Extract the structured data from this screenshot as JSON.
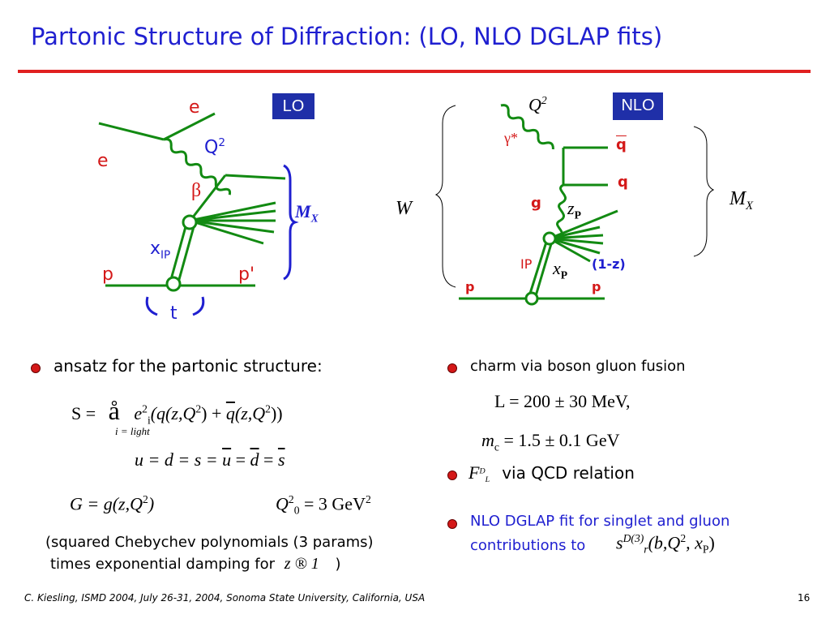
{
  "title": "Partonic Structure of Diffraction: (LO, NLO DGLAP fits)",
  "lo": {
    "box": "LO",
    "e_out": "e",
    "e_in": "e",
    "q2": "Q",
    "q2_sup": "2",
    "beta": "β",
    "mx": "M",
    "mx_sub": "X",
    "xip": "x",
    "xip_sub": "IP",
    "p_in": "p",
    "p_out": "p",
    "p_out_prime": "'",
    "t": "t"
  },
  "nlo": {
    "box": "NLO",
    "q2": "Q",
    "q2_sup": "2",
    "gamma": "γ*",
    "qbar": "q",
    "q": "q",
    "g": "g",
    "zp": "z",
    "zp_sub": "P",
    "w": "W",
    "mx": "M",
    "mx_sub": "X",
    "ip": "IP",
    "xp": "x",
    "xp_sub": "P",
    "onemz": "(1-z)",
    "p_in": "p",
    "p_out": "p"
  },
  "left": {
    "bullet": "ansatz for the partonic structure:",
    "eq_s_lhs": "S =",
    "eq_s_sum": "å",
    "eq_s_sub": "i = light",
    "eq_s_body": "e",
    "eq_s_body_sup": "2",
    "eq_s_body_sub": "i",
    "eq_s_rest": "(q(z,Q",
    "eq_s_rest2": ") + ",
    "eq_s_qbar": "q",
    "eq_s_rest3": "(z,Q",
    "eq_s_rest4": "))",
    "eq_flavors": "u = d = s = ",
    "eq_flavors_u": "u",
    "eq_flavors_d": "d",
    "eq_flavors_s": "s",
    "eq_eq": " = ",
    "eq_g": "G = g(z,Q",
    "eq_g_end": ")",
    "eq_q0": "Q",
    "eq_q0_sub": "0",
    "eq_q0_val": " = 3 GeV",
    "note1": "(squared Chebychev polynomials (3 params)",
    "note2": "times exponential damping for",
    "note_math": "z ® 1",
    "note_end": ")"
  },
  "right": {
    "bullet1": "charm via boson gluon fusion",
    "eq_l": "L = 200 ±  30 MeV,",
    "eq_mc": "m",
    "eq_mc_sub": "c",
    "eq_mc_val": " = 1.5 ±  0.1 GeV",
    "bullet2_f": "F",
    "bullet2_f_sup": "D",
    "bullet2_f_sub": "L",
    "bullet2_text": "via QCD relation",
    "bullet3_line1": "NLO DGLAP fit for singlet and gluon",
    "bullet3_line2": "contributions to",
    "bullet3_math": "s",
    "bullet3_math_sup": "D(3)",
    "bullet3_math_sub": "r",
    "bullet3_math_rest": "(b,Q",
    "bullet3_math_end": ", x",
    "bullet3_math_end_sub": "P",
    "bullet3_math_close": ")"
  },
  "footer": {
    "left": "C. Kiesling, ISMD 2004, July 26-31, 2004, Sonoma State University, California, USA",
    "page": "16"
  },
  "colors": {
    "title": "#1f1fd0",
    "rule": "#e02020",
    "diagram": "#128a12",
    "box": "#1f2fa8",
    "bullet": "#d41818"
  }
}
